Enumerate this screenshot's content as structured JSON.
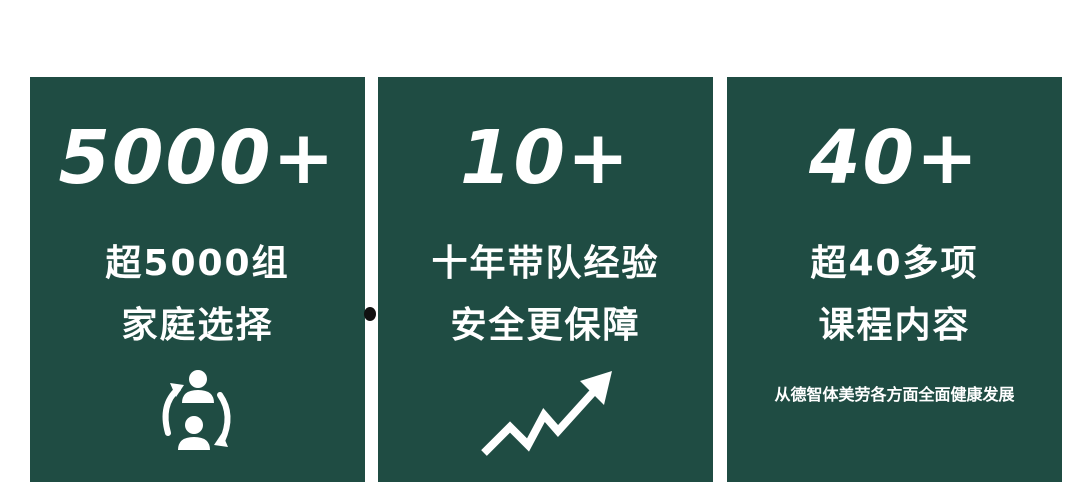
{
  "cards": [
    {
      "stat": "5000+",
      "line1": "超5000组",
      "line2": "家庭选择",
      "icon": "family-cycle-icon"
    },
    {
      "stat": "10+",
      "line1": "十年带队经验",
      "line2": "安全更保障",
      "icon": "growth-arrow-icon"
    },
    {
      "stat": "40+",
      "line1": "超40多项",
      "line2": "课程内容",
      "note": "从德智体美劳各方面全面健康发展"
    }
  ],
  "colors": {
    "card_background": "#1f4c43",
    "text": "#ffffff",
    "page_background": "#ffffff"
  }
}
